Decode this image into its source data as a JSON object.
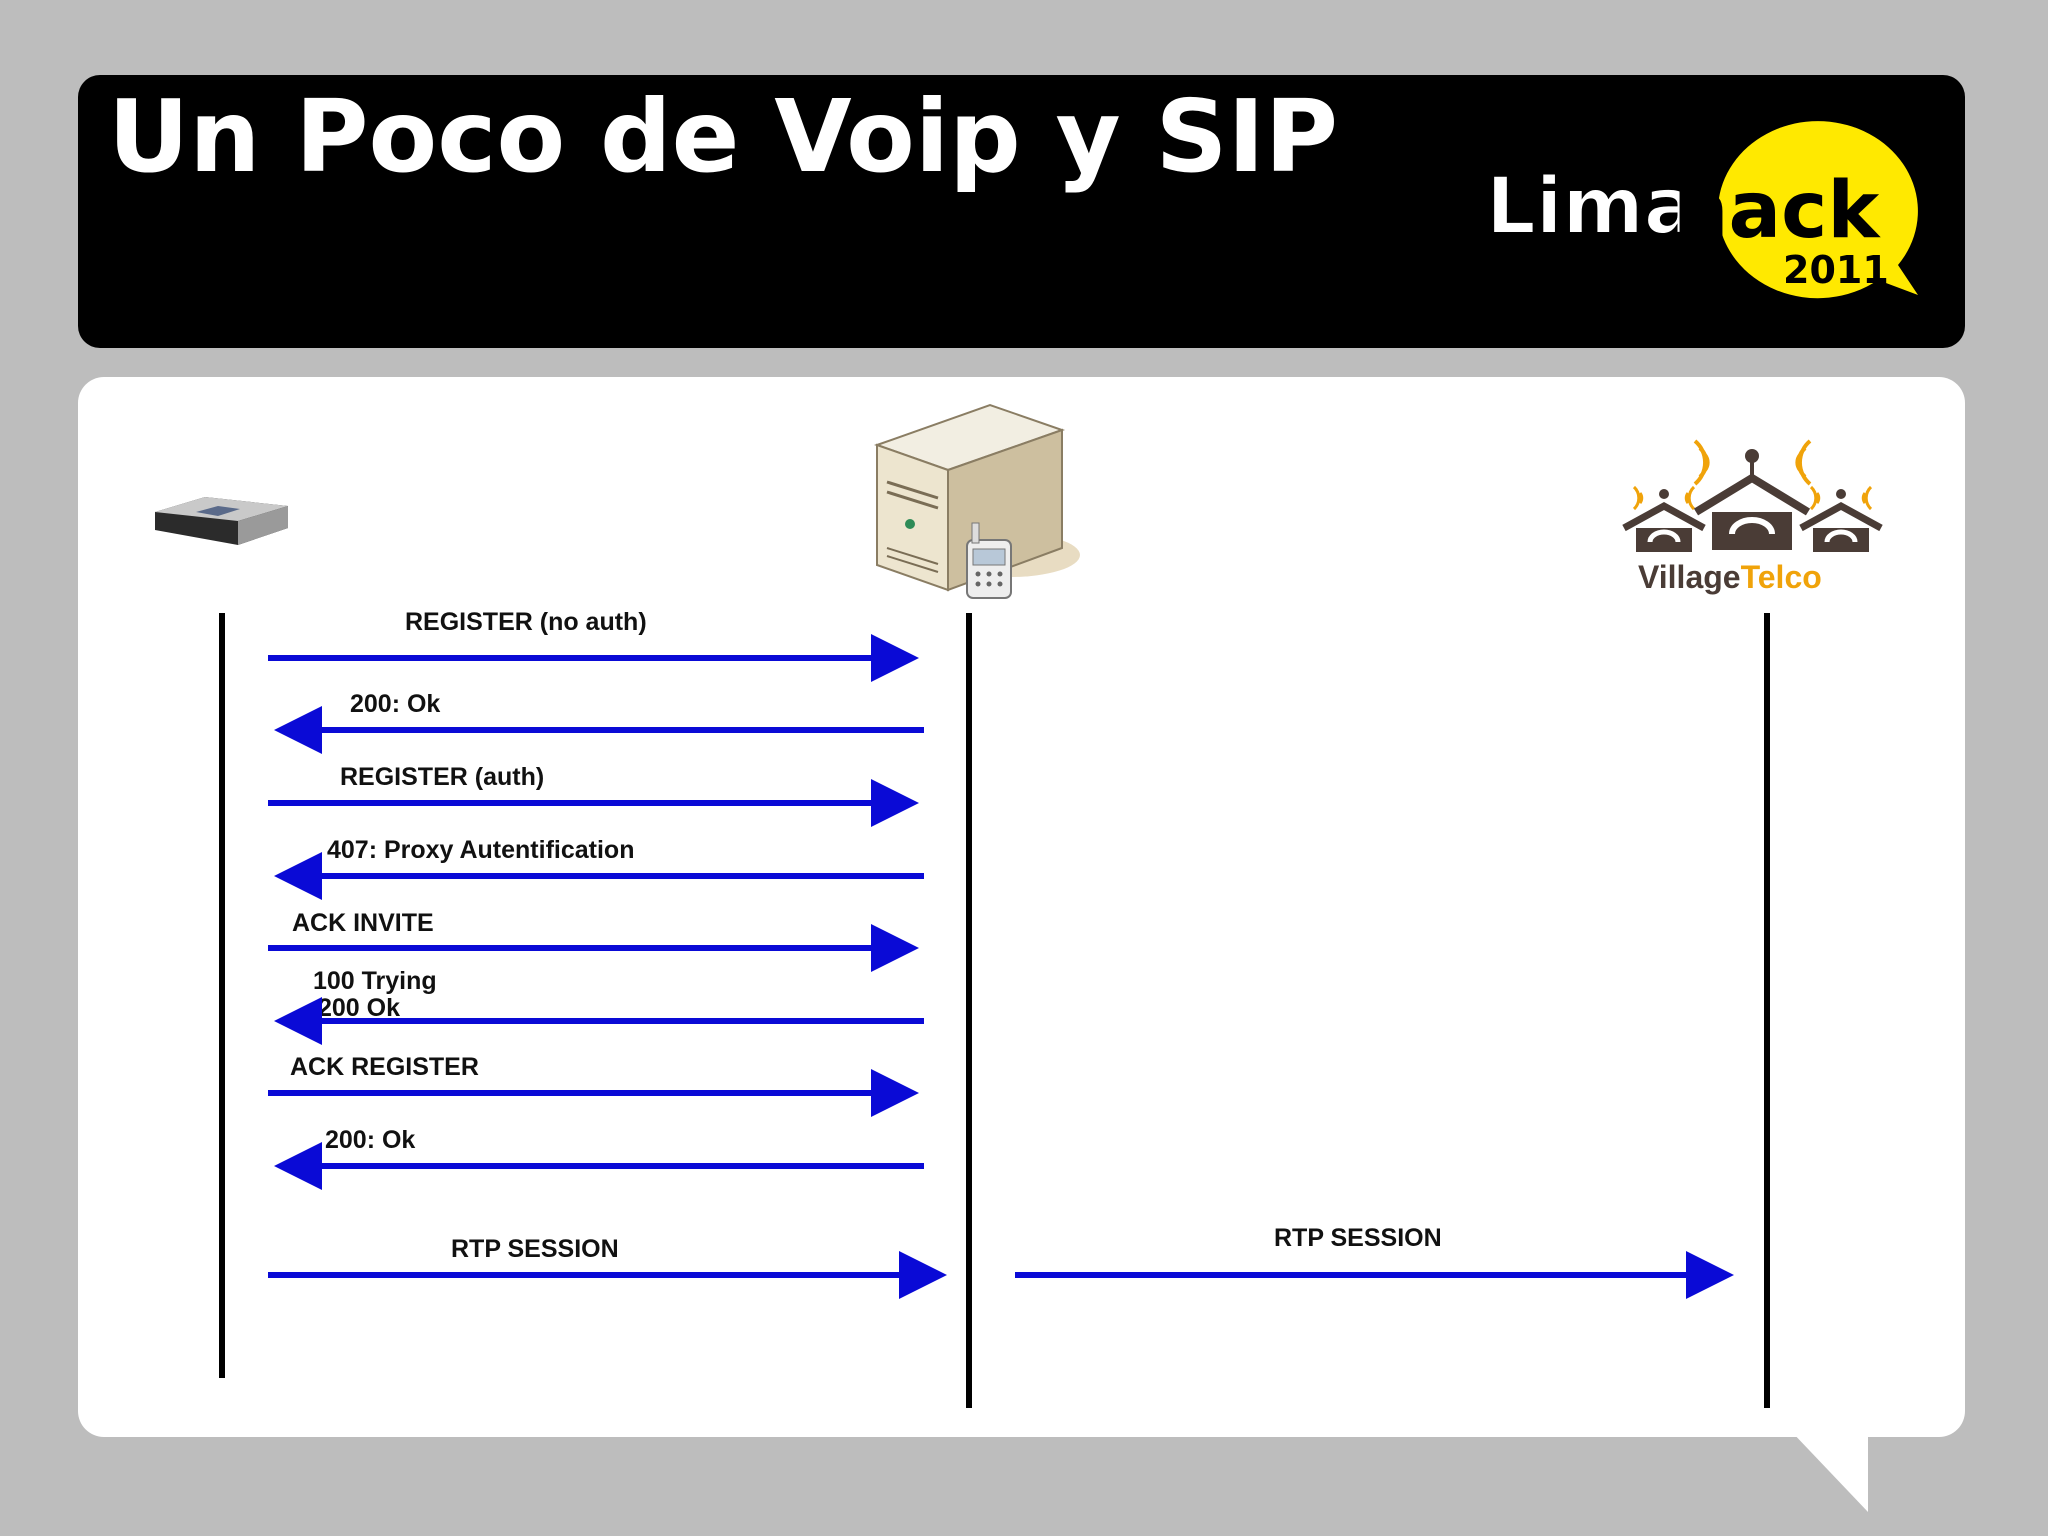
{
  "slide": {
    "title": "Un Poco de Voip y SIP"
  },
  "logo": {
    "word1": "Lima",
    "word2": "hack",
    "year": "2011",
    "accent_color": "#ffe900"
  },
  "participants": [
    {
      "icon": "voip-adapter-icon"
    },
    {
      "icon": "server-with-phone-icon"
    },
    {
      "icon": "village-telco-logo",
      "brand_part1": "Village",
      "brand_part2": "Telco"
    }
  ],
  "messages": [
    {
      "label": "REGISTER (no auth)",
      "direction": "right"
    },
    {
      "label": "200: Ok",
      "direction": "left"
    },
    {
      "label": "REGISTER (auth)",
      "direction": "right"
    },
    {
      "label": "407: Proxy Autentification",
      "direction": "left"
    },
    {
      "label": "ACK INVITE",
      "direction": "right"
    },
    {
      "label": "100 Trying",
      "label2": "200 Ok",
      "direction": "left"
    },
    {
      "label": "ACK REGISTER",
      "direction": "right"
    },
    {
      "label": "200: Ok",
      "direction": "left"
    },
    {
      "label": "RTP SESSION",
      "direction": "right"
    },
    {
      "label": "RTP SESSION",
      "direction": "right"
    }
  ],
  "colors": {
    "arrow": "#0a0ad6",
    "lifeline": "#000000",
    "background": "#bdbdbd"
  }
}
